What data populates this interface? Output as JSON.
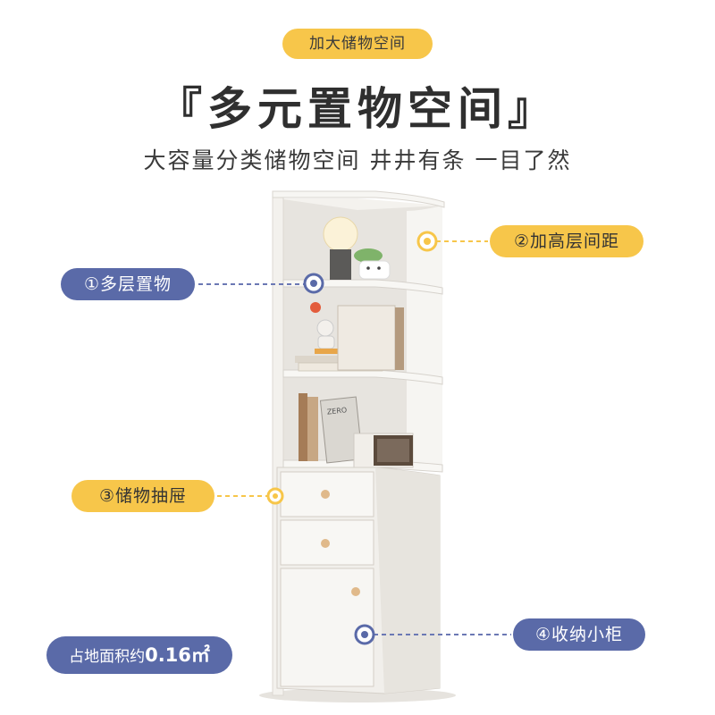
{
  "top_badge": "加大储物空间",
  "title": "『多元置物空间』",
  "subtitle": "大容量分类储物空间  井井有条  一目了然",
  "callouts": {
    "c1": "①多层置物",
    "c2": "②加高层间距",
    "c3": "③储物抽屉",
    "c4": "④收纳小柜"
  },
  "footprint": {
    "label": "占地面积约",
    "value": "0.16㎡"
  },
  "products": {
    "book_a": "ZERO"
  },
  "colors": {
    "accent_yellow": "#f7c64a",
    "accent_blue": "#5a6aa8",
    "cabinet": "#f1eee9"
  }
}
